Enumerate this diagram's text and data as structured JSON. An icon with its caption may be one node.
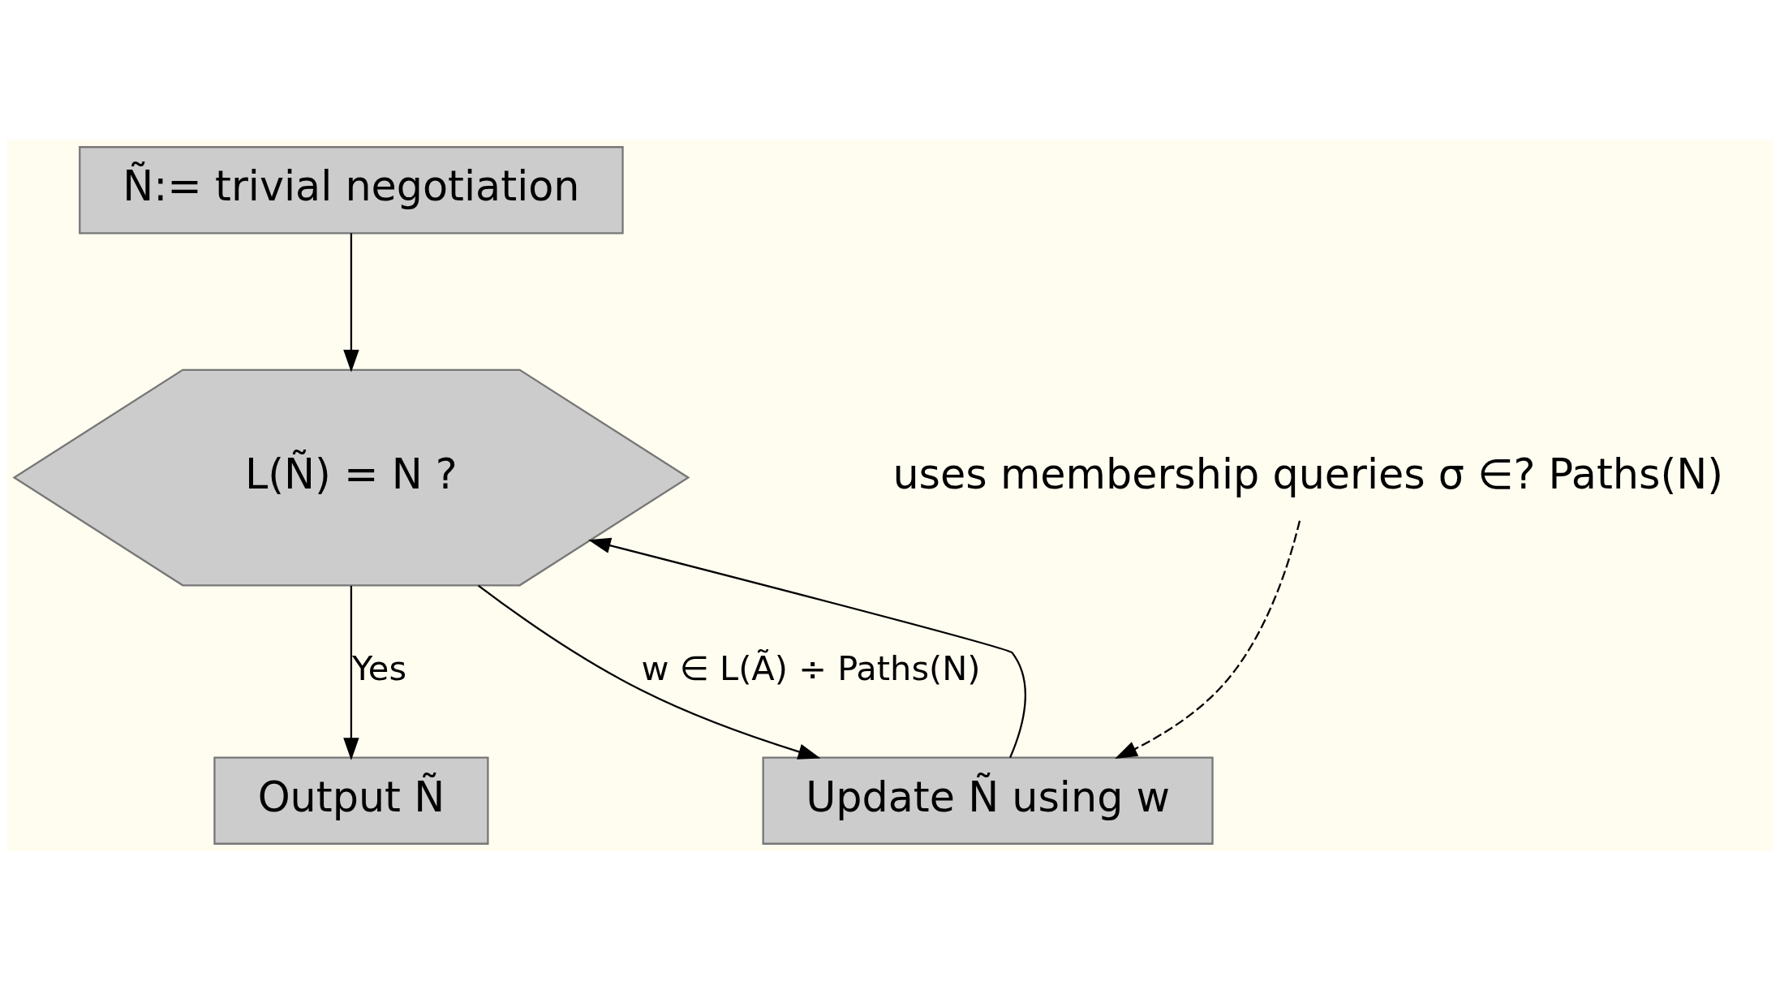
{
  "diagram": {
    "nodes": [
      {
        "text": [
          "Ñ:= trivial negotiation"
        ]
      },
      {
        "text": [
          "L(Ñ) = N ?"
        ]
      },
      {
        "text": [
          "Update Ñ using w"
        ]
      },
      {
        "text": [
          "Output Ñ"
        ]
      },
      {
        "text": [
          "uses membership queries σ ∈? Paths(N)"
        ]
      }
    ],
    "edges": [
      {
        "from": 0,
        "to": 1,
        "arrow": "to"
      },
      {
        "from": 1,
        "to": 2,
        "arrow": "to",
        "label": "w ∈ L(Ã) ÷ Paths(N)"
      },
      {
        "from": 1,
        "to": 3,
        "arrow": "to",
        "label": "Yes"
      },
      {
        "from": 2,
        "to": 1,
        "arrow": "to"
      },
      {
        "from": 4,
        "to": 2,
        "arrow": "to",
        "style": "dashed"
      }
    ]
  }
}
